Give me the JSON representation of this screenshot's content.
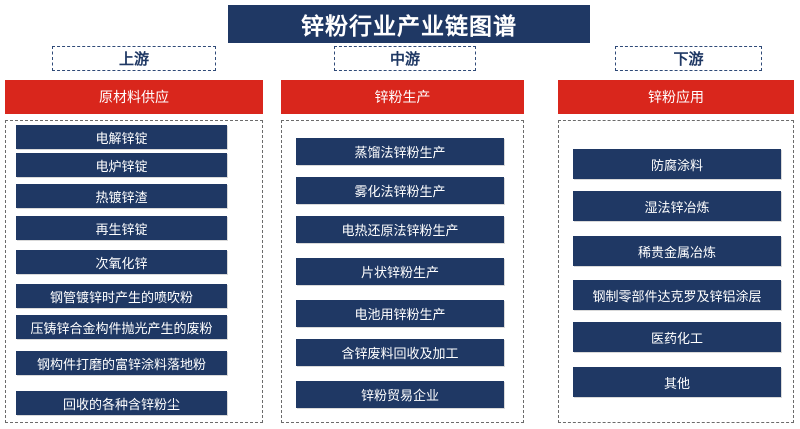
{
  "title": "锌粉行业产业链图谱",
  "upstream": {
    "stage": "上游",
    "header": "原材料供应",
    "items": [
      "电解锌锭",
      "电炉锌锭",
      "热镀锌渣",
      "再生锌锭",
      "次氧化锌",
      "钢管镀锌时产生的喷吹粉",
      "压铸锌合金构件抛光产生的废粉",
      "钢构件打磨的富锌涂料落地粉",
      "回收的各种含锌粉尘"
    ]
  },
  "midstream": {
    "stage": "中游",
    "header": "锌粉生产",
    "items": [
      "蒸馏法锌粉生产",
      "雾化法锌粉生产",
      "电热还原法锌粉生产",
      "片状锌粉生产",
      "电池用锌粉生产",
      "含锌废料回收及加工",
      "锌粉贸易企业"
    ]
  },
  "downstream": {
    "stage": "下游",
    "header": "锌粉应用",
    "items": [
      "防腐涂料",
      "湿法锌冶炼",
      "稀贵金属冶炼",
      "钢制零部件达克罗及锌铝涂层",
      "医药化工",
      "其他"
    ]
  }
}
